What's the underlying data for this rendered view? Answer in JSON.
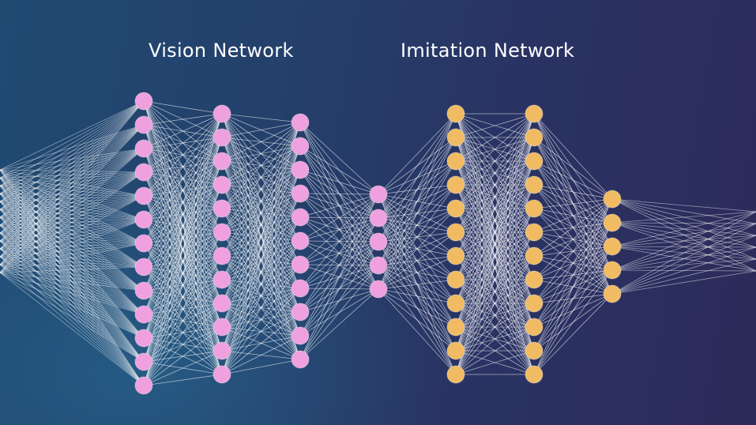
{
  "labels": {
    "vision_network": "Vision Network",
    "imitation_network": "Imitation Network"
  },
  "colors": {
    "vision_node": "#efa0df",
    "imitation_node": "#f0bb62",
    "connection": "#ffffff"
  },
  "layers": [
    {
      "network": "vision",
      "nodes": 13
    },
    {
      "network": "vision",
      "nodes": 12
    },
    {
      "network": "vision",
      "nodes": 11
    },
    {
      "network": "bottleneck",
      "nodes": 5
    },
    {
      "network": "imitation",
      "nodes": 12
    },
    {
      "network": "imitation",
      "nodes": 12
    },
    {
      "network": "imitation",
      "nodes": 5
    }
  ]
}
